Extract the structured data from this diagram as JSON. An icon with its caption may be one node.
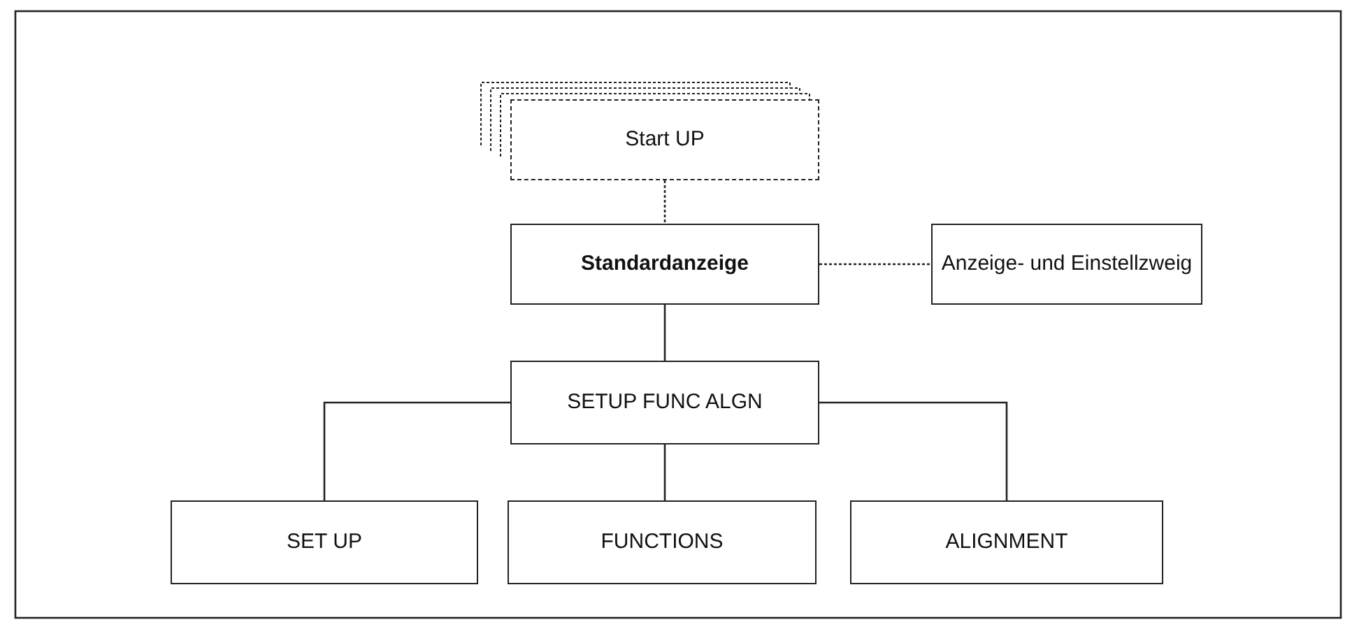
{
  "diagram": {
    "nodes": [
      {
        "text": [
          "Start UP"
        ]
      },
      {
        "text": [
          "Standardanzeige"
        ]
      },
      {
        "text": [
          "Anzeige- und Einstellzweig"
        ]
      },
      {
        "text": [
          "SETUP FUNC ALGN"
        ]
      },
      {
        "text": [
          "SET UP"
        ]
      },
      {
        "text": [
          "FUNCTIONS"
        ]
      },
      {
        "text": [
          "ALIGNMENT"
        ]
      }
    ],
    "edges": [
      {
        "from": 0,
        "to": 1,
        "arrow": "none",
        "style": "dashed"
      },
      {
        "from": 1,
        "to": 2,
        "arrow": "none",
        "style": "dashed"
      },
      {
        "from": 1,
        "to": 3,
        "arrow": "none"
      },
      {
        "from": 3,
        "to": 4,
        "arrow": "none"
      },
      {
        "from": 3,
        "to": 5,
        "arrow": "none"
      },
      {
        "from": 3,
        "to": 6,
        "arrow": "none"
      }
    ]
  }
}
